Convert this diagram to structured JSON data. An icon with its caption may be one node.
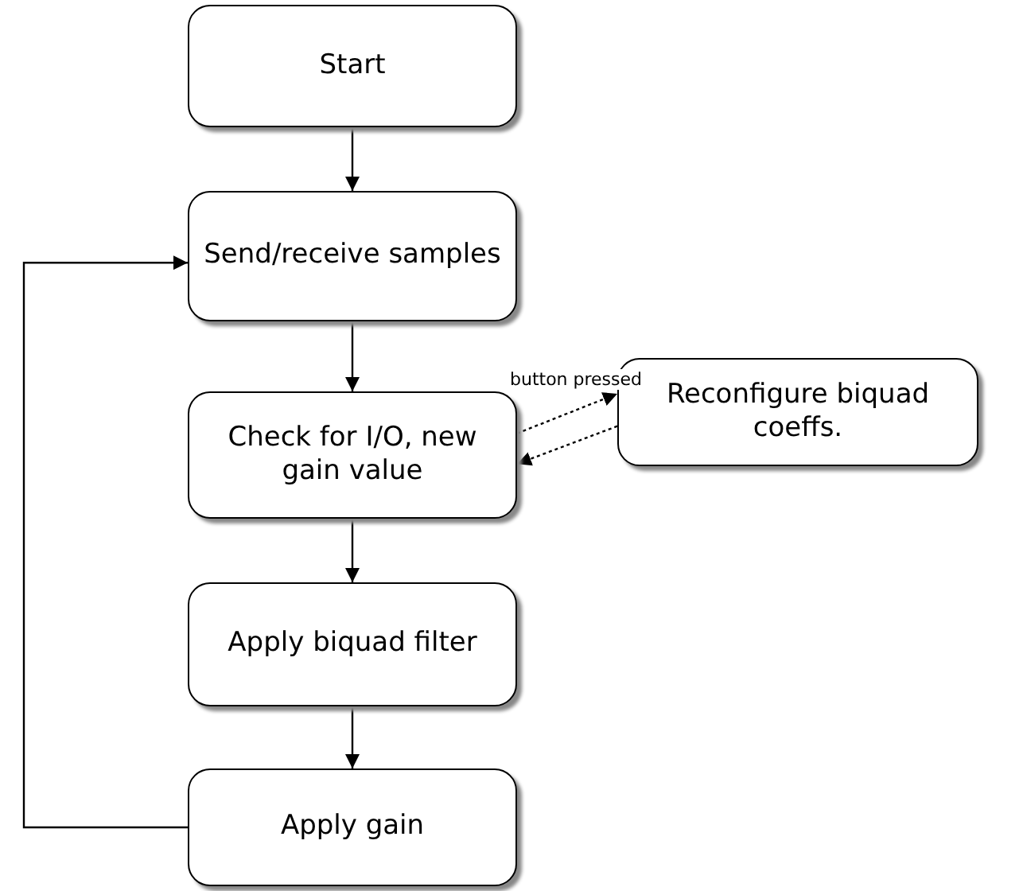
{
  "diagram": {
    "nodes": [
      {
        "text": [
          "Start"
        ]
      },
      {
        "text": [
          "Send/receive samples"
        ]
      },
      {
        "text": [
          "Check for I/O, new gain value"
        ]
      },
      {
        "text": [
          "Apply biquad filter"
        ]
      },
      {
        "text": [
          "Apply gain"
        ]
      },
      {
        "text": [
          "Reconfigure biquad coeffs."
        ]
      }
    ],
    "edges": [
      {
        "from": 0,
        "to": 1,
        "arrow": "to"
      },
      {
        "from": 1,
        "to": 2,
        "arrow": "to"
      },
      {
        "from": 2,
        "to": 3,
        "arrow": "to"
      },
      {
        "from": 3,
        "to": 4,
        "arrow": "to"
      },
      {
        "from": 4,
        "to": 1,
        "arrow": "to"
      },
      {
        "from": 2,
        "to": 5,
        "arrow": "to",
        "label": "button pressed",
        "style": "dashed"
      },
      {
        "from": 5,
        "to": 2,
        "arrow": "to",
        "style": "dashed"
      }
    ]
  }
}
